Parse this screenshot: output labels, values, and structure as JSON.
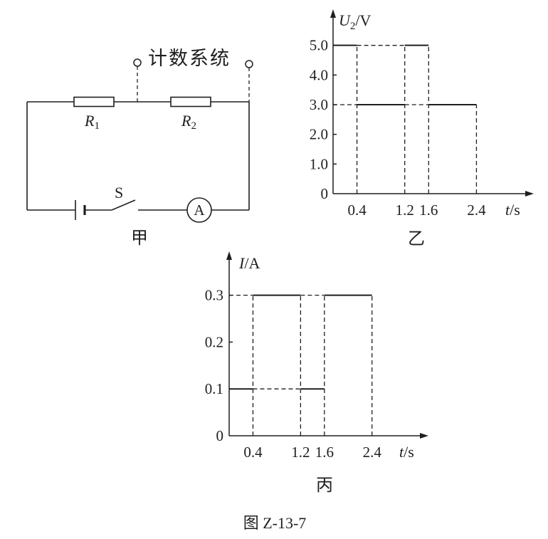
{
  "colors": {
    "ink": "#1f1f1f",
    "background": "#ffffff"
  },
  "figure": {
    "caption": "图 Z-13-7"
  },
  "circuit": {
    "counter_label": "计数系统",
    "r1": {
      "symbol": "R",
      "sub": "1"
    },
    "r2": {
      "symbol": "R",
      "sub": "2"
    },
    "switch_label": "S",
    "ammeter_label": "A",
    "caption": "甲"
  },
  "chart_data": [
    {
      "type": "line",
      "caption": "乙",
      "ylabel": {
        "symbol": "U",
        "sub": "2",
        "unit": "/V"
      },
      "xlabel": {
        "symbol": "t",
        "unit": "/s"
      },
      "yticks": [
        "0",
        "1.0",
        "2.0",
        "3.0",
        "4.0",
        "5.0"
      ],
      "xticks": [
        "0.4",
        "1.2",
        "1.6",
        "2.4"
      ],
      "xlim": [
        0,
        3.3
      ],
      "ylim": [
        0,
        6
      ],
      "grid": false,
      "series": [
        {
          "steps": [
            {
              "t_from": 0,
              "t_to": 0.4,
              "value": 5.0
            },
            {
              "t_from": 0.4,
              "t_to": 1.2,
              "value": 3.0
            },
            {
              "t_from": 1.2,
              "t_to": 1.6,
              "value": 5.0
            },
            {
              "t_from": 1.6,
              "t_to": 2.4,
              "value": 3.0
            }
          ]
        }
      ]
    },
    {
      "type": "line",
      "caption": "丙",
      "ylabel": {
        "symbol": "I",
        "unit": "/A"
      },
      "xlabel": {
        "symbol": "t",
        "unit": "/s"
      },
      "yticks": [
        "0",
        "0.1",
        "0.2",
        "0.3"
      ],
      "xticks": [
        "0.4",
        "1.2",
        "1.6",
        "2.4"
      ],
      "xlim": [
        0,
        3.3
      ],
      "ylim": [
        0,
        0.38
      ],
      "grid": false,
      "series": [
        {
          "steps": [
            {
              "t_from": 0,
              "t_to": 0.4,
              "value": 0.1
            },
            {
              "t_from": 0.4,
              "t_to": 1.2,
              "value": 0.3
            },
            {
              "t_from": 1.2,
              "t_to": 1.6,
              "value": 0.1
            },
            {
              "t_from": 1.6,
              "t_to": 2.4,
              "value": 0.3
            }
          ]
        }
      ]
    }
  ]
}
